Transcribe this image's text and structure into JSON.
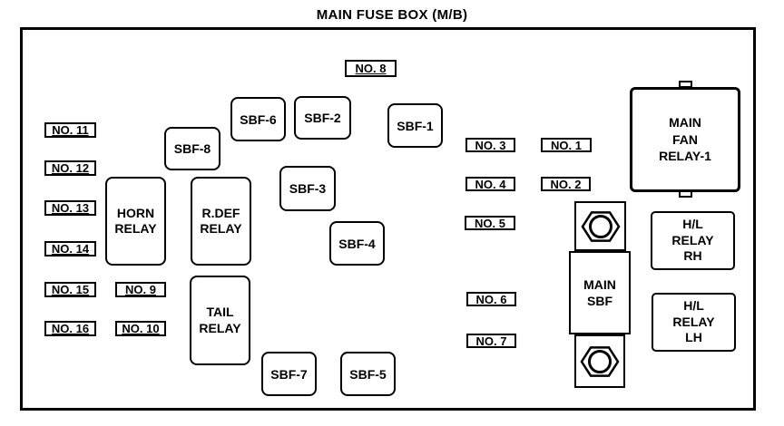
{
  "title": "MAIN FUSE BOX (M/B)",
  "colors": {
    "line": "#000000",
    "background": "#ffffff"
  },
  "fuse_labels": {
    "no1": "NO. 1",
    "no2": "NO. 2",
    "no3": "NO. 3",
    "no4": "NO. 4",
    "no5": "NO. 5",
    "no6": "NO. 6",
    "no7": "NO. 7",
    "no8": "NO. 8",
    "no9": "NO. 9",
    "no10": "NO. 10",
    "no11": "NO. 11",
    "no12": "NO. 12",
    "no13": "NO. 13",
    "no14": "NO. 14",
    "no15": "NO. 15",
    "no16": "NO. 16"
  },
  "sbf": {
    "sbf1": "SBF-1",
    "sbf2": "SBF-2",
    "sbf3": "SBF-3",
    "sbf4": "SBF-4",
    "sbf5": "SBF-5",
    "sbf6": "SBF-6",
    "sbf7": "SBF-7",
    "sbf8": "SBF-8"
  },
  "relays": {
    "horn": "HORN\nRELAY",
    "rdef": "R.DEF\nRELAY",
    "tail": "TAIL\nRELAY",
    "main_fan": "MAIN\nFAN\nRELAY-1",
    "hl_rh": "H/L\nRELAY\nRH",
    "hl_lh": "H/L\nRELAY\nLH"
  },
  "main_sbf": "MAIN\nSBF",
  "icons": {
    "bolt": "hex-bolt-icon"
  }
}
